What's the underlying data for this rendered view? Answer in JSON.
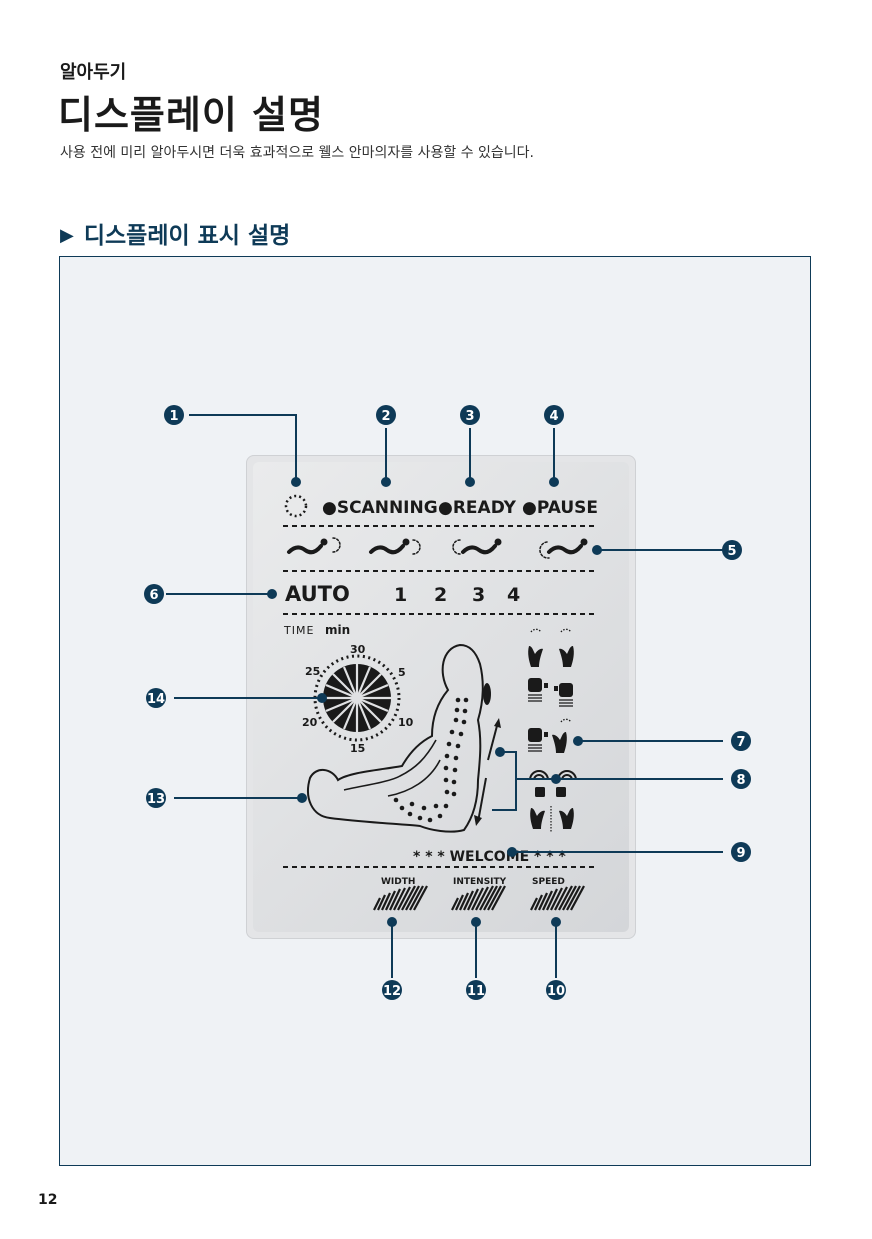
{
  "header": {
    "kicker": "알아두기",
    "title": "디스플레이 설명",
    "subtitle": "사용 전에 미리 알아두시면 더욱 효과적으로 웰스 안마의자를 사용할 수 있습니다."
  },
  "section": {
    "marker": "▶",
    "title": "디스플레이 표시 설명"
  },
  "lcd": {
    "status": [
      "●SCANNING",
      "●READY",
      "●PAUSE"
    ],
    "auto_label": "AUTO",
    "program_numbers": [
      "1",
      "2",
      "3",
      "4"
    ],
    "time_label": "TIME",
    "time_unit": "min",
    "dial_ticks": [
      "30",
      "5",
      "10",
      "15",
      "20",
      "25"
    ],
    "welcome": "* * * WELCOME * * *",
    "bars": [
      "WIDTH",
      "INTENSITY",
      "SPEED"
    ]
  },
  "callouts": [
    "1",
    "2",
    "3",
    "4",
    "5",
    "6",
    "7",
    "8",
    "9",
    "10",
    "11",
    "12",
    "13",
    "14"
  ],
  "colors": {
    "accent": "#0e3a57",
    "panel_bg": "#eff2f5"
  },
  "footer": {
    "page": "12"
  }
}
